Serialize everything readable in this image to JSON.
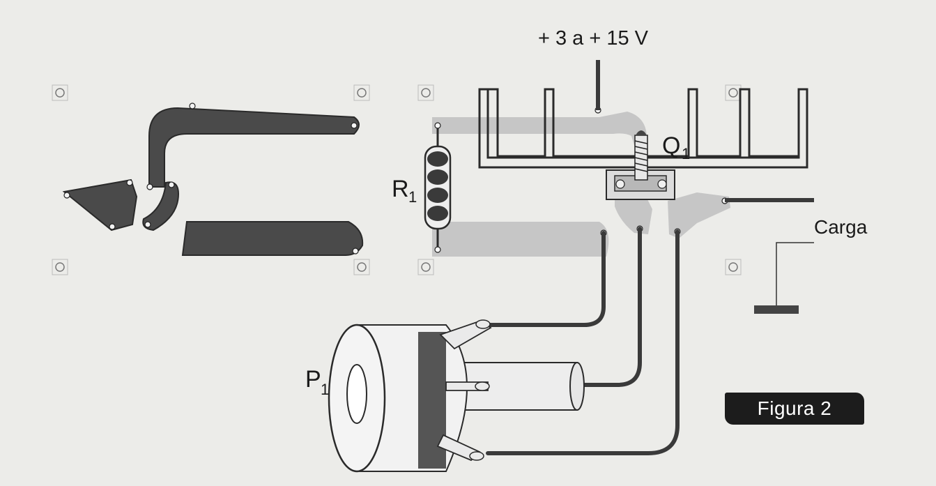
{
  "labels": {
    "supply": "+ 3 a + 15 V",
    "q1_letter": "Q",
    "q1_sub": "1",
    "r1_letter": "R",
    "r1_sub": "1",
    "p1_letter": "P",
    "p1_sub": "1",
    "load": "Carga"
  },
  "figure_badge": "Figura 2",
  "colors": {
    "background": "#ecece9",
    "copper_track": "#4a4a4a",
    "component_side_track": "#c6c6c6",
    "wire": "#3a3a3a",
    "heatsink_outline": "#2a2a2a",
    "badge_bg": "#1c1c1c",
    "badge_text": "#ffffff"
  }
}
